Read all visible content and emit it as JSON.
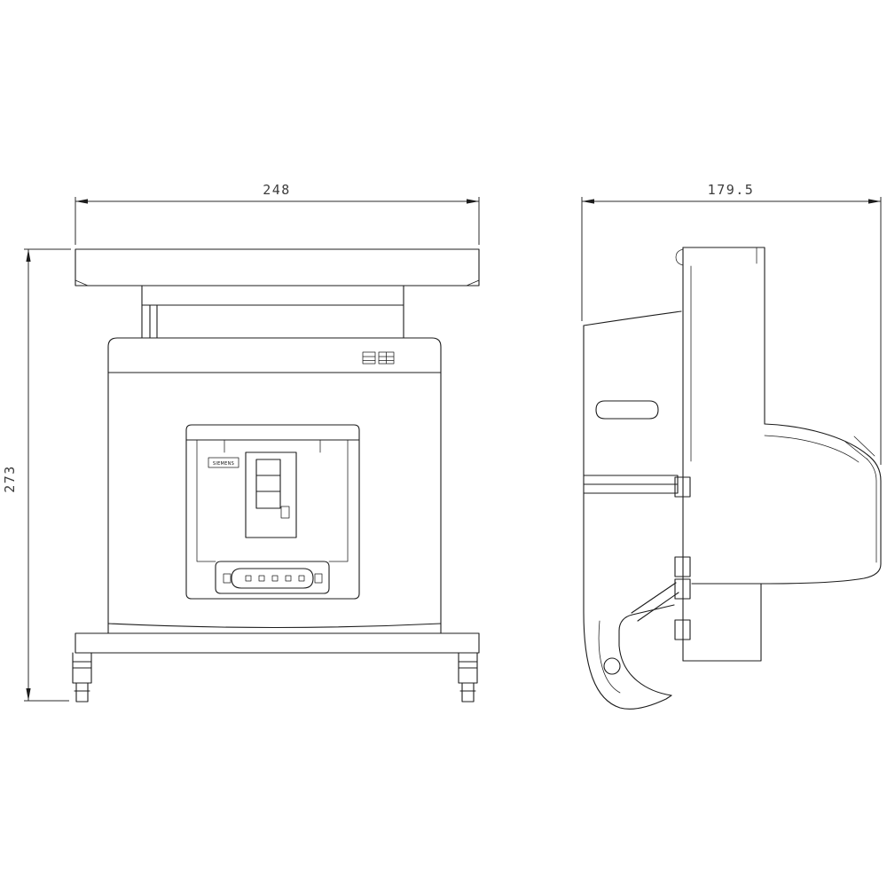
{
  "drawing": {
    "front_view": {
      "width_dim": "248",
      "height_dim": "273",
      "brand_label": "SIEMENS"
    },
    "side_view": {
      "depth_dim": "179.5"
    }
  },
  "colors": {
    "line": "#1c1c1c",
    "dimension_text": "#3c3c3c",
    "background": "#ffffff"
  }
}
